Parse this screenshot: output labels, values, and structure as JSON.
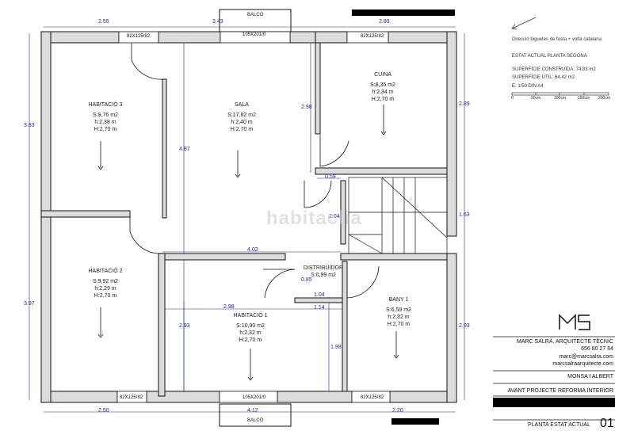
{
  "rooms": {
    "habitacio3": {
      "name": "HABITACIÓ 3",
      "s": "S:9,76 m2",
      "h": "h:2,38 m",
      "H": "H:2,70 m"
    },
    "sala": {
      "name": "SALA",
      "s": "S:17,82 m2",
      "h": "h:2,40 m",
      "H": "H:2,70 m"
    },
    "cuina": {
      "name": "CUINA",
      "s": "S:8,35 m2",
      "h": "h:2,34 m",
      "H": "H:2,70 m"
    },
    "habitacio2": {
      "name": "HABITACIÓ 2",
      "s": "S:9,92 m2",
      "h": "h:2,29 m",
      "H": "H:2,70 m"
    },
    "distribuidor": {
      "name": "DISTRIBUÏDOR",
      "s": "S:0,99 m2"
    },
    "habitacio1": {
      "name": "HABITACIÓ 1",
      "s": "S:10,90 m2",
      "h": "h:2,32 m",
      "H": "H:2,70 m"
    },
    "bany1": {
      "name": "BANY 1",
      "s": "S:6,59 m2",
      "h": "h:2,32 m",
      "H": "H:2,70 m"
    }
  },
  "balcony_top": "BALCÓ",
  "balcony_bottom": "BALCÓ",
  "windows": {
    "top_left": "82X125/82",
    "top_mid": "105X201/0",
    "top_right": "82X125/82",
    "bottom_left": "82X125/82",
    "bottom_mid": "105X201/0",
    "bottom_right": "82X125/82"
  },
  "dimensions": {
    "top_255": "2.55",
    "top_343": "3.43",
    "top_289": "2.89",
    "left_383": "3.83",
    "left_397": "3.97",
    "right_289": "2.89",
    "right_163": "1.63",
    "right_293": "2.93",
    "bottom_250": "2.50",
    "bottom_412": "4.12",
    "bottom_220": "2.20",
    "inner_487": "4.87",
    "inner_298a": "2.98",
    "inner_059": "0.59",
    "inner_204": "2.04",
    "inner_402": "4.02",
    "inner_085": "0.85",
    "inner_104": "1.04",
    "inner_298b": "2.98",
    "inner_114": "1.14",
    "inner_293": "2.93",
    "inner_198": "1.98"
  },
  "legend": {
    "joists": "Direcció biguetes de fusta + volta catalana",
    "state": "ESTAT ACTUAL PLANTA SEGONA",
    "built": "SUPERFÍCIE CONSTRUÏDA: 74,83 m2",
    "useful": "SUPERFÍCIE ÚTIL: 64,42 m2",
    "scale": "E: 1/50 DIN A4",
    "scale_ticks": [
      "0",
      "50cm",
      "100cm",
      "150cm",
      "200cm"
    ]
  },
  "watermark": "habitaclia",
  "title_block": {
    "logo": "M5",
    "architect": "MARC SALRÀ. ARQUITECTE TÈCNIC",
    "phone": "656 80 27 64",
    "email": "marc@marcsalra.com",
    "web": "marcsalraarquitecte.com",
    "client": "MONSA I ALBERT",
    "project": "AVANT PROJECTE REFORMA INTERIOR",
    "sheet_title": "PLANTA ESTAT ACTUAL",
    "sheet_number": "01"
  },
  "colors": {
    "walls": "#dcdcdc",
    "wall_stroke": "#111111",
    "dimension": "#1a2a9a"
  }
}
